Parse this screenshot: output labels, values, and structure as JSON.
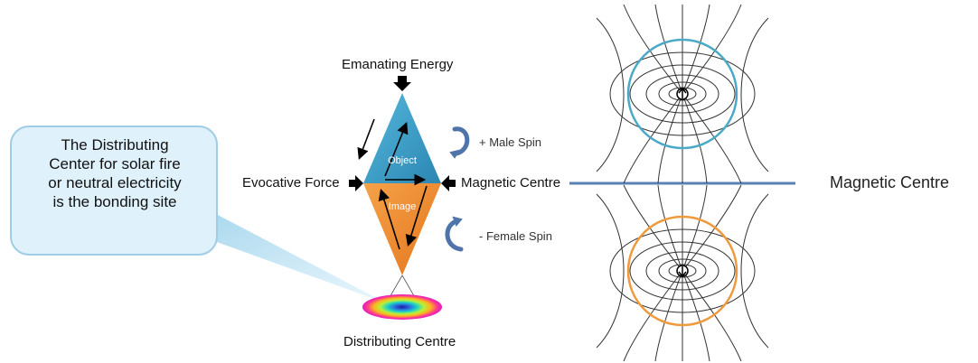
{
  "callout": {
    "lines": [
      "The Distributing",
      "Center for solar fire",
      "or neutral electricity",
      "is the bonding site"
    ]
  },
  "labels": {
    "emanating_energy": "Emanating Energy",
    "object": "Object",
    "image": "Image",
    "male_spin": "+ Male Spin",
    "female_spin": "- Female Spin",
    "evocative_force": "Evocative Force",
    "magnetic_centre_center": "Magnetic Centre",
    "magnetic_centre_right": "Magnetic Centre",
    "distributing_centre": "Distributing Centre"
  },
  "colors": {
    "upper_triangle": "#3a9cc4",
    "lower_triangle": "#ef8a2e",
    "upper_circle": "#4ba9c6",
    "lower_circle": "#ef9a3c",
    "divider": "#5b82b5",
    "spin_arrow": "#4f74aa",
    "callout_fill": "#dff1fb",
    "callout_border": "#9fcde6"
  }
}
